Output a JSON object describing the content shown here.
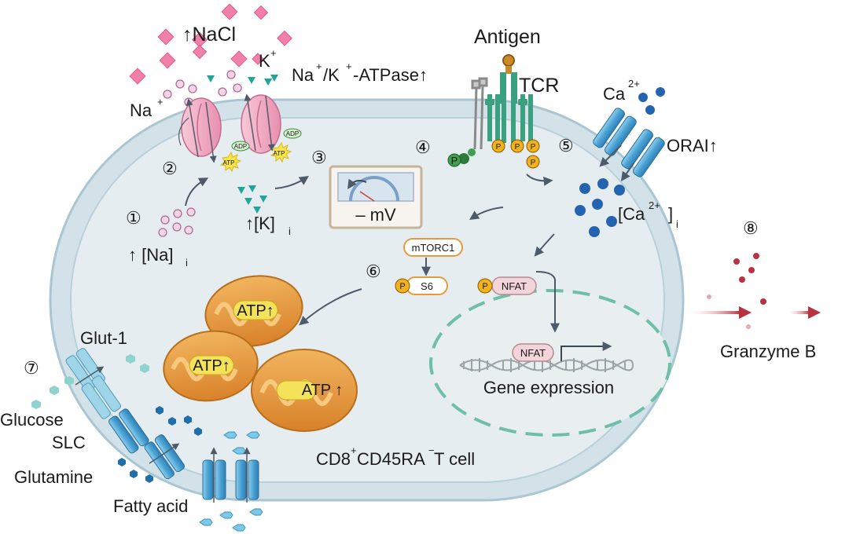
{
  "labels": {
    "nacl": "↑NaCl",
    "k_ion": "K",
    "k_sup": "+",
    "na_ion": "Na",
    "na_sup": "+",
    "atpase_na": "Na",
    "atpase_sup1": "+",
    "atpase_k": "/K",
    "atpase_sup2": "+",
    "atpase_rest": "-ATPase↑",
    "antigen": "Antigen",
    "tcr": "TCR",
    "ca_ion": "Ca",
    "ca_sup": "2+",
    "orai": "ORAI↑",
    "na_i_arrow": "↑ [Na]",
    "na_i_sub": "i",
    "k_i": "↑[K]",
    "k_i_sub": "i",
    "membrane_potential": "– mV",
    "ca_i_open": "[Ca",
    "ca_i_sup": "2+",
    "ca_i_close": "]",
    "ca_i_sub": "i",
    "mtorc1": "mTORC1",
    "s6": "S6",
    "p": "P",
    "nfat": "NFAT",
    "nfat_nucleus": "NFAT",
    "gene_expression": "Gene expression",
    "atp_up": "ATP↑",
    "atp_up_spaced": "ATP ↑",
    "atp_small": "ATP",
    "adp_small": "ADP",
    "glut1": "Glut-1",
    "glucose": "Glucose",
    "slc": "SLC",
    "glutamine": "Glutamine",
    "fatty_acid": "Fatty acid",
    "granzyme": "Granzyme B",
    "cell_a": "CD8",
    "cell_sup1": "+",
    "cell_b": "CD45RA",
    "cell_sup2": "−",
    "cell_c": " T cell"
  },
  "steps": [
    "①",
    "②",
    "③",
    "④",
    "⑤",
    "⑥",
    "⑦",
    "⑧"
  ],
  "colors": {
    "cell_fill": "#e4ecef",
    "cell_border": "#a9c6d2",
    "na_pink": "#f2b8d4",
    "nacl_crystal": "#f080a8",
    "k_teal": "#1fa59a",
    "ca_blue": "#2463b0",
    "channel_blue": "#5aa9d6",
    "mito_orange": "#e59a3c",
    "atp_yellow": "#f4e25a",
    "nucleus_green": "#6fbfa8",
    "granzyme_red": "#b8323f",
    "p_gold": "#f2b21c"
  }
}
